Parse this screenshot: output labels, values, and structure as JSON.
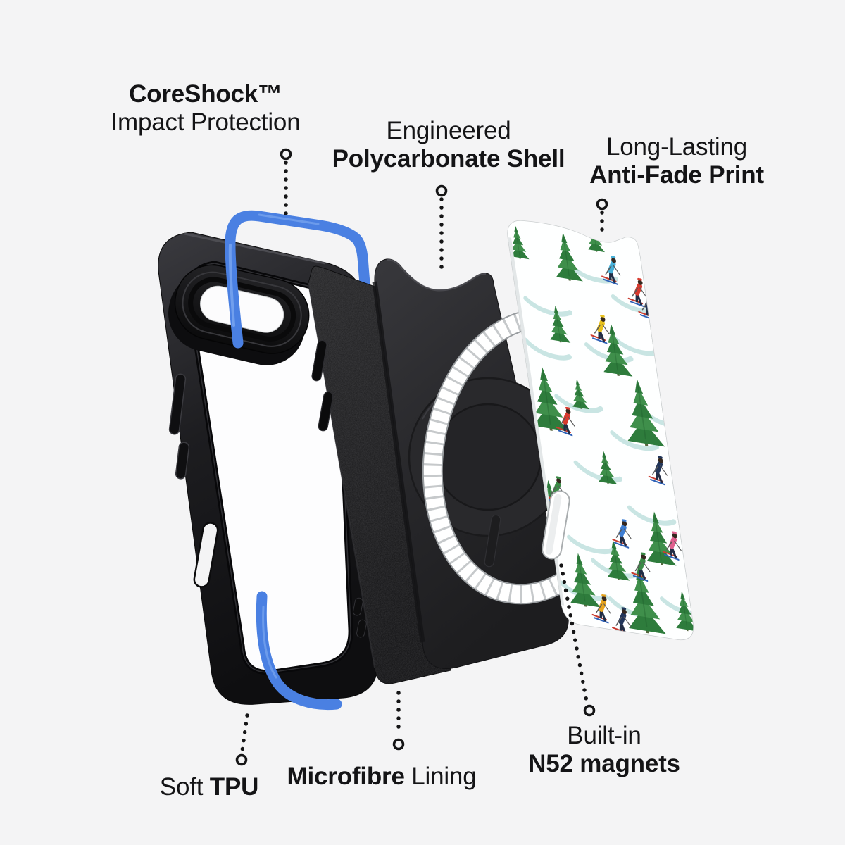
{
  "page": {
    "background_color": "#f4f4f5"
  },
  "callouts": {
    "impact": {
      "line1_bold": "CoreShock™",
      "line2": "Impact Protection"
    },
    "shell": {
      "line1": "Engineered",
      "line2_bold": "Polycarbonate Shell"
    },
    "print": {
      "line1": "Long-Lasting",
      "line2_bold": "Anti-Fade Print"
    },
    "tpu": {
      "regular": "Soft ",
      "bold": "TPU"
    },
    "lining": {
      "bold": "Microfibre",
      "regular": " Lining"
    },
    "magnets": {
      "line1": "Built-in",
      "line2_bold": "N52 magnets"
    }
  },
  "illustration": {
    "description": "Exploded view of a MagSafe phone case: soft TPU bumper frame with blue accents, microfibre lining sheet, engineered polycarbonate shell with magnet recess, segmented N52 magnet ring with alignment bar, and a printed anti-fade back plate",
    "backplate_pattern": "watercolor winter print — pine trees and skiers on snow",
    "colors": {
      "accent_blue": "#4a80e2",
      "case_black": "#1b1b1d",
      "shell_gray": "#2b2b2e",
      "ring_white": "#ffffff",
      "tree_green": "#3f8f4b",
      "tree_green_dark": "#2e7c3c",
      "snow_trail_teal": "#b7dcd9",
      "text_color": "#141416"
    }
  }
}
